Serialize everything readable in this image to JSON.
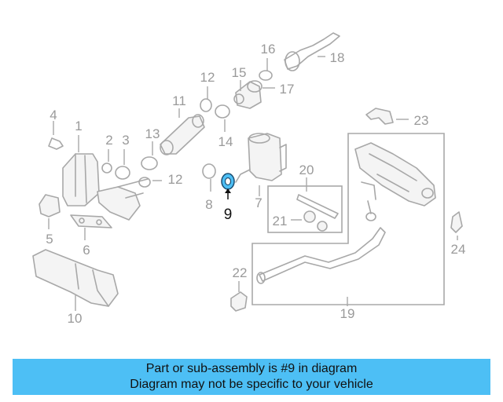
{
  "diagram": {
    "callouts": [
      {
        "label": "1"
      },
      {
        "label": "2"
      },
      {
        "label": "3"
      },
      {
        "label": "4"
      },
      {
        "label": "5"
      },
      {
        "label": "6"
      },
      {
        "label": "7"
      },
      {
        "label": "8"
      },
      {
        "label": "9"
      },
      {
        "label": "10"
      },
      {
        "label": "11"
      },
      {
        "label": "12"
      },
      {
        "label": "12"
      },
      {
        "label": "13"
      },
      {
        "label": "14"
      },
      {
        "label": "15"
      },
      {
        "label": "16"
      },
      {
        "label": "17"
      },
      {
        "label": "18"
      },
      {
        "label": "19"
      },
      {
        "label": "20"
      },
      {
        "label": "21"
      },
      {
        "label": "22"
      },
      {
        "label": "23"
      },
      {
        "label": "24"
      }
    ],
    "highlight_color": "#4dbff5"
  },
  "banner": {
    "line1": "Part or sub-assembly is #9 in diagram",
    "line2": "Diagram may not be specific to your vehicle",
    "color": "#4dbff5"
  }
}
